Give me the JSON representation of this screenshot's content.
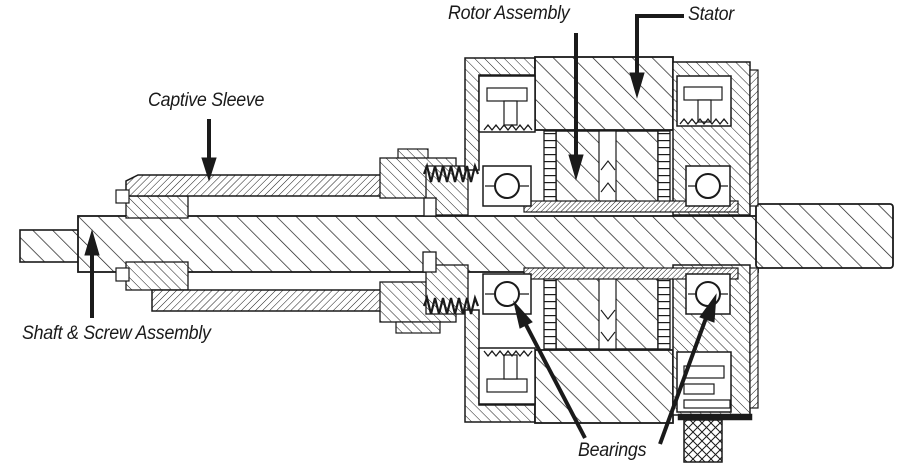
{
  "figure": {
    "type": "engineering-cross-section",
    "background_color": "#ffffff",
    "line_color": "#1a1a1a",
    "labels": {
      "rotor_assembly": "Rotor Assembly",
      "stator": "Stator",
      "captive_sleeve": "Captive Sleeve",
      "shaft_screw_assembly": "Shaft & Screw Assembly",
      "bearings": "Bearings"
    }
  }
}
